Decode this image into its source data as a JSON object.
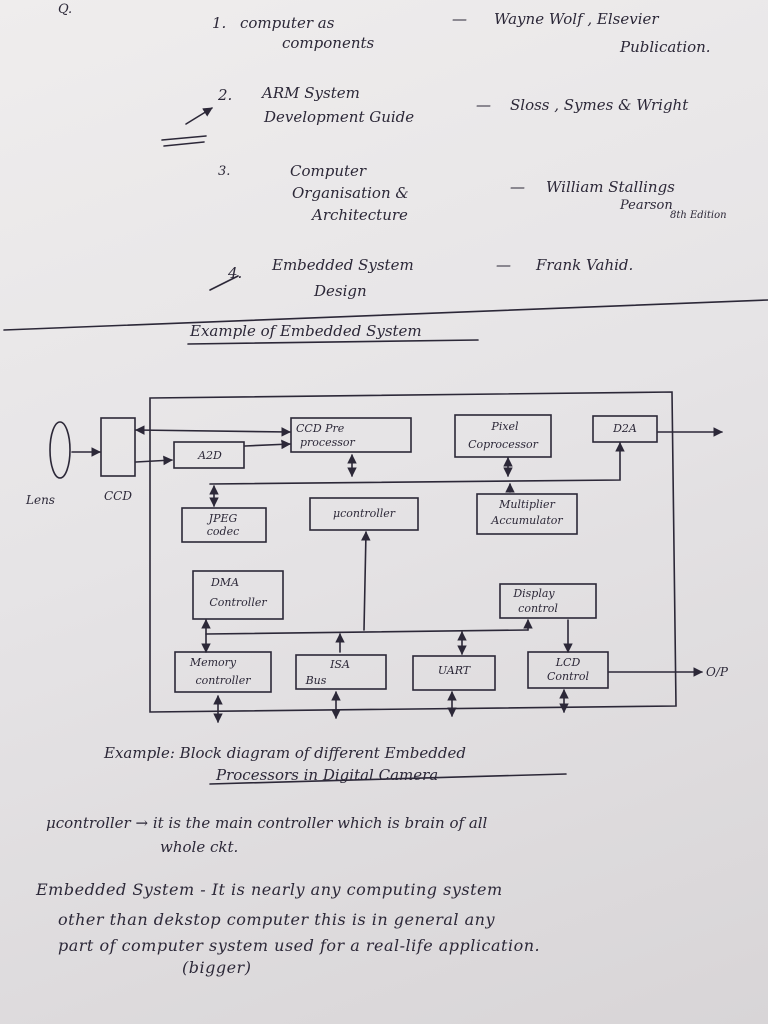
{
  "page_mark": "Q.",
  "references": [
    {
      "num": "1.",
      "title_line1": "computer as",
      "title_line2": "components",
      "dash": "—",
      "author_line1": "Wayne Wolf , Elsevier",
      "author_line2": "Publication."
    },
    {
      "num": "2.",
      "title_line1": "ARM System",
      "title_line2": "Development Guide",
      "dash": "—",
      "author_line1": "Sloss , Symes & Wright",
      "author_line2": ""
    },
    {
      "num": "3.",
      "title_line1": "Computer",
      "title_line2": "Organisation &",
      "title_line3": "Architecture",
      "dash": "—",
      "author_line1": "William Stallings",
      "author_line2": "Pearson",
      "author_line3": "8th Edition"
    },
    {
      "num": "4.",
      "title_line1": "Embedded System",
      "title_line2": "Design",
      "dash": "—",
      "author_line1": "Frank Vahid.",
      "author_line2": ""
    }
  ],
  "section_title": "Example of Embedded System",
  "diagram": {
    "lens": "Lens",
    "ccd": "CCD",
    "a2d": "A2D",
    "ccd_preproc_line1": "CCD Pre",
    "ccd_preproc_line2": "processor",
    "pixel_line1": "Pixel",
    "pixel_line2": "Coprocessor",
    "d2a": "D2A",
    "jpeg_line1": "JPEG",
    "jpeg_line2": "codec",
    "microcontroller": "μcontroller",
    "mult_line1": "Multiplier",
    "mult_line2": "Accumulator",
    "dma_line1": "DMA",
    "dma_line2": "Controller",
    "display_line1": "Display",
    "display_line2": "control",
    "memory_line1": "Memory",
    "memory_line2": "controller",
    "isa_line1": "ISA",
    "isa_line2": "Bus",
    "uart": "UART",
    "lcd_line1": "LCD",
    "lcd_line2": "Control",
    "output": "O/P"
  },
  "caption_line1": "Example: Block diagram of different Embedded",
  "caption_line2": "Processors in Digital Camera",
  "note_line1": "μcontroller → it is the main controller which is brain of all",
  "note_line2": "whole ckt.",
  "def_line1": "Embedded System - It is nearly any computing system",
  "def_line2": "other than dekstop computer this is in general any",
  "def_line3": "part of computer system used for a real-life application.",
  "def_line4": "(bigger)"
}
